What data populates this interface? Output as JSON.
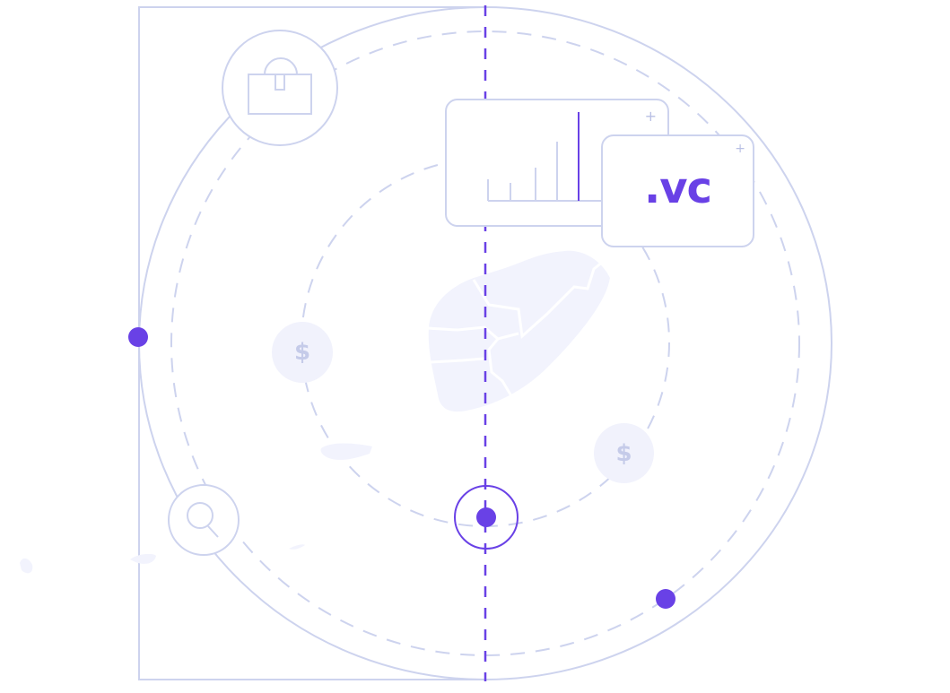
{
  "colors": {
    "line": "#cdd3ee",
    "accent": "#6941e6",
    "fill_light": "#f1f2fc",
    "coin_symbol": "#c5cbe9",
    "background": "#ffffff"
  },
  "icons": {
    "briefcase": "briefcase-icon",
    "search": "search-icon",
    "bar_chart": "bar-chart-icon",
    "coin_left": "dollar-icon",
    "coin_right": "dollar-icon",
    "target": "target-icon",
    "map": "map-regions-icon"
  },
  "domain_card": {
    "label": ".vc",
    "corner_symbol": "+"
  },
  "chart_card": {
    "corner_symbol": "+",
    "bars": [
      {
        "height": 24,
        "highlight": false
      },
      {
        "height": 20,
        "highlight": false
      },
      {
        "height": 37,
        "highlight": false
      },
      {
        "height": 66,
        "highlight": false
      },
      {
        "height": 100,
        "highlight": true
      }
    ]
  },
  "coins": [
    {
      "symbol": "$"
    },
    {
      "symbol": "$"
    }
  ]
}
